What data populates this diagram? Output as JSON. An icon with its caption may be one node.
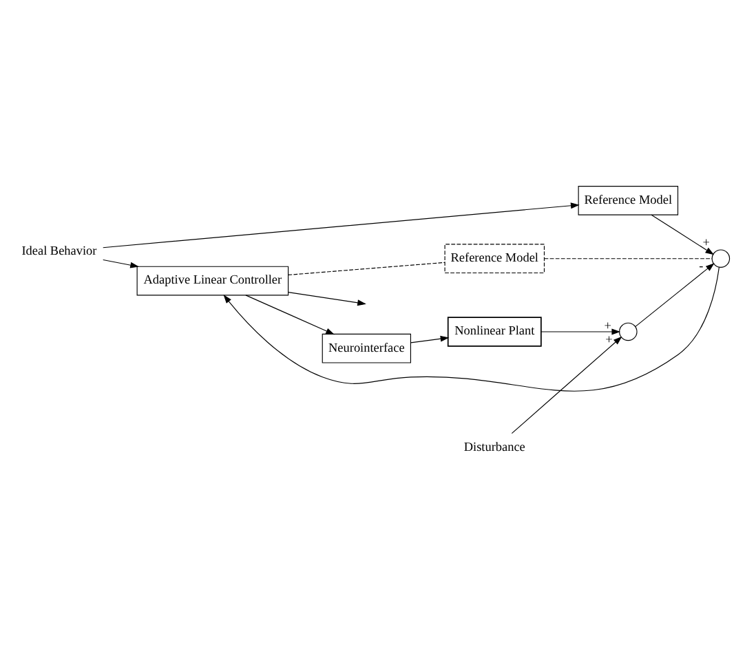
{
  "diagram": {
    "nodes": [
      {
        "text": [
          "Ideal Behavior"
        ]
      },
      {
        "text": [
          "Reference Model"
        ]
      },
      {
        "text": [
          "Adaptive Linear Controller"
        ]
      },
      {
        "text": [
          "Neurointerface"
        ]
      },
      {
        "text": [
          "Nonlinear Plant"
        ]
      },
      {
        "text": [
          "Disturbance"
        ]
      },
      {
        "text": [],
        "shape": "circle"
      },
      {
        "text": [],
        "shape": "circle"
      },
      {
        "text": [
          "Reference Model"
        ]
      }
    ],
    "edges": [
      {
        "from": 0,
        "to": 1,
        "arrow": "to"
      },
      {
        "from": 0,
        "to": 2,
        "arrow": "to"
      },
      {
        "from": 2,
        "to": null,
        "arrow": "to"
      },
      {
        "from": 2,
        "to": 3,
        "arrow": "to"
      },
      {
        "from": 3,
        "to": 4,
        "arrow": "to"
      },
      {
        "from": 4,
        "to": 6,
        "arrow": "to",
        "label": "+"
      },
      {
        "from": 5,
        "to": 6,
        "arrow": "to",
        "label": "+"
      },
      {
        "from": 6,
        "to": 7,
        "arrow": "to",
        "label": "-"
      },
      {
        "from": 1,
        "to": 7,
        "arrow": "to",
        "label": "+"
      },
      {
        "from": 7,
        "to": 2,
        "arrow": "to"
      },
      {
        "from": 2,
        "to": 8,
        "arrow": "none",
        "style": "dashed"
      },
      {
        "from": 8,
        "to": 7,
        "arrow": "none",
        "style": "dashed"
      }
    ]
  }
}
